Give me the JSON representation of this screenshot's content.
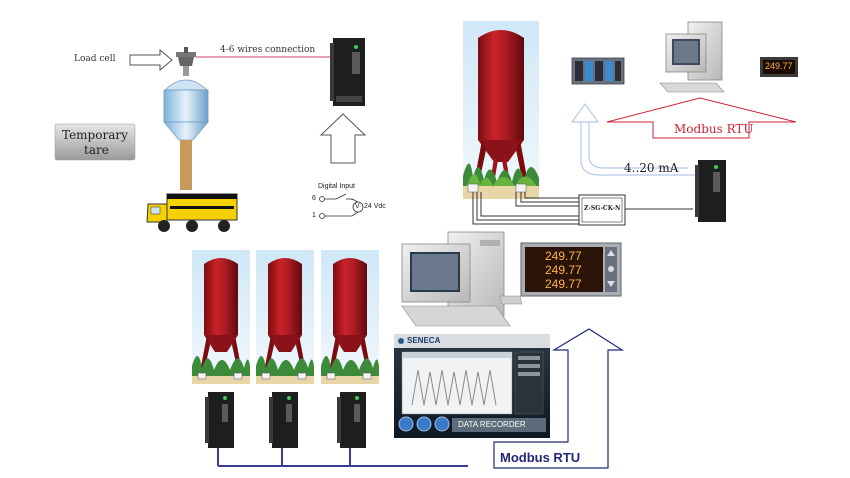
{
  "labels": {
    "load_cell": "Load cell",
    "wires": "4-6 wires connection",
    "temp_tare_line1": "Temporary",
    "temp_tare_line2": "tare",
    "digital_input": "Digital Input",
    "pin_top": "6",
    "pin_bottom": "1",
    "voltage": "24 Vdc",
    "v_symbol": "V",
    "modbus_top": "Modbus RTU",
    "modbus_bottom": "Modbus RTU",
    "ma": "4..20 mA",
    "converter": "Z-SG-CK-N"
  },
  "displays": {
    "panel": [
      "249.77",
      "249.77",
      "249.77"
    ],
    "small": "249.77"
  },
  "software": {
    "brand": "SENECA",
    "footer": "DATA RECORDER"
  },
  "colors": {
    "silo_red": "#b81c22",
    "modbus_red": "#cc2233",
    "modbus_blue": "#202878",
    "bus_line": "#3a3a99",
    "truck_yellow": "#f5d100",
    "display_amber": "#ffb24a"
  }
}
